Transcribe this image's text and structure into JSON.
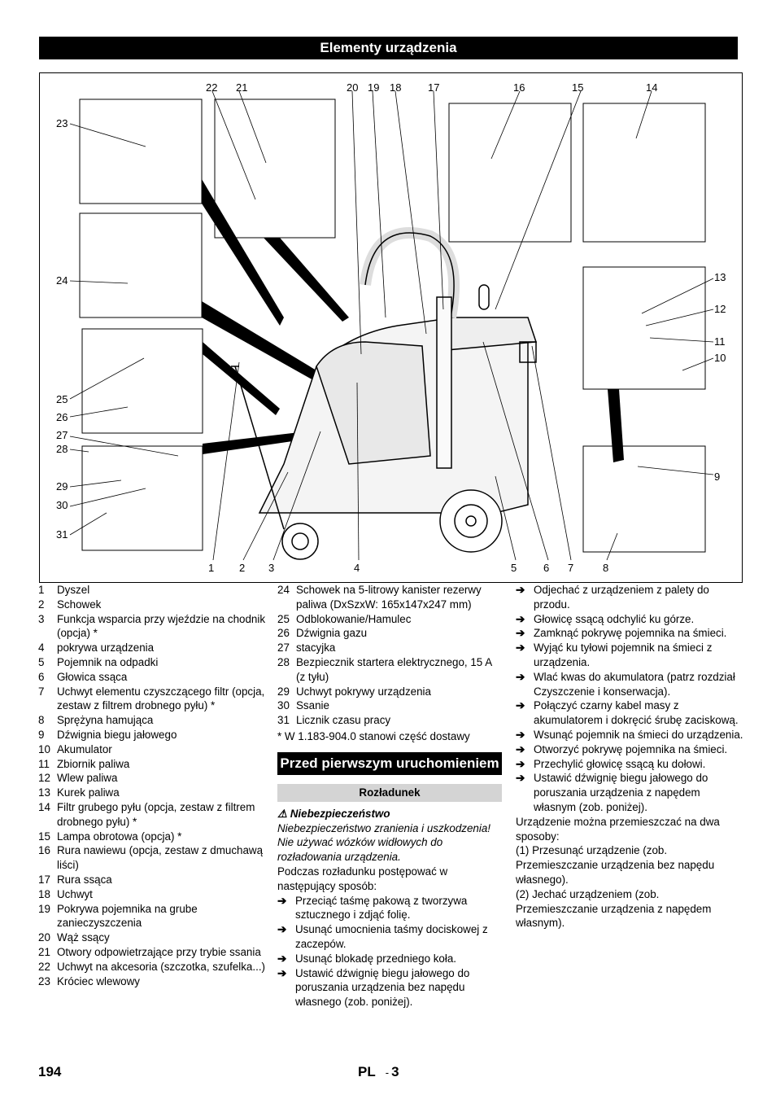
{
  "header": {
    "title": "Elementy urządzenia"
  },
  "figure": {
    "callouts_top": [
      "22",
      "21",
      "20",
      "19",
      "18",
      "17",
      "16",
      "15",
      "14"
    ],
    "callouts_bottom": [
      "1",
      "2",
      "3",
      "4",
      "5",
      "6",
      "7",
      "8"
    ],
    "callouts_left": [
      "23",
      "24",
      "25",
      "26",
      "27",
      "28",
      "29",
      "30",
      "31"
    ],
    "callouts_right": [
      "13",
      "12",
      "11",
      "10",
      "9"
    ]
  },
  "parts_list": [
    {
      "n": "1",
      "t": "Dyszel"
    },
    {
      "n": "2",
      "t": "Schowek"
    },
    {
      "n": "3",
      "t": "Funkcja wsparcia przy wjeździe na chodnik (opcja) *"
    },
    {
      "n": "4",
      "t": "pokrywa urządzenia"
    },
    {
      "n": "5",
      "t": "Pojemnik na odpadki"
    },
    {
      "n": "6",
      "t": "Głowica ssąca"
    },
    {
      "n": "7",
      "t": "Uchwyt elementu czyszczącego filtr (opcja, zestaw z filtrem drobnego pyłu) *"
    },
    {
      "n": "8",
      "t": "Sprężyna hamująca"
    },
    {
      "n": "9",
      "t": "Dźwignia biegu jałowego"
    },
    {
      "n": "10",
      "t": "Akumulator"
    },
    {
      "n": "11",
      "t": "Zbiornik paliwa"
    },
    {
      "n": "12",
      "t": "Wlew paliwa"
    },
    {
      "n": "13",
      "t": "Kurek paliwa"
    },
    {
      "n": "14",
      "t": "Filtr grubego pyłu (opcja, zestaw z filtrem drobnego pyłu) *"
    },
    {
      "n": "15",
      "t": "Lampa obrotowa (opcja) *"
    },
    {
      "n": "16",
      "t": "Rura nawiewu (opcja, zestaw z dmuchawą liści)"
    },
    {
      "n": "17",
      "t": "Rura ssąca"
    },
    {
      "n": "18",
      "t": "Uchwyt"
    },
    {
      "n": "19",
      "t": "Pokrywa pojemnika na grube zanieczyszczenia"
    },
    {
      "n": "20",
      "t": "Wąż ssący"
    },
    {
      "n": "21",
      "t": "Otwory odpowietrzające przy trybie ssania"
    },
    {
      "n": "22",
      "t": "Uchwyt na akcesoria (szczotka, szufelka...)"
    },
    {
      "n": "23",
      "t": "Króciec wlewowy"
    },
    {
      "n": "24",
      "t": "Schowek na 5-litrowy kanister rezerwy paliwa (DxSzxW: 165x147x247 mm)"
    },
    {
      "n": "25",
      "t": "Odblokowanie/Hamulec"
    },
    {
      "n": "26",
      "t": "Dźwignia gazu"
    },
    {
      "n": "27",
      "t": "stacyjka"
    },
    {
      "n": "28",
      "t": "Bezpiecznik startera elektrycznego, 15 A (z tyłu)"
    },
    {
      "n": "29",
      "t": "Uchwyt pokrywy urządzenia"
    },
    {
      "n": "30",
      "t": "Ssanie"
    },
    {
      "n": "31",
      "t": "Licznik czasu pracy"
    }
  ],
  "parts_note": "* W 1.183-904.0 stanowi część dostawy",
  "section": {
    "title": "Przed pierwszym uruchomieniem",
    "subtitle": "Rozładunek",
    "warning_label": "Niebezpieczeństwo",
    "warning_text": "Niebezpieczeństwo zranienia i uszkodzenia! Nie używać wózków widłowych do rozładowania urządzenia.",
    "intro": "Podczas rozładunku postępować w następujący sposób:",
    "steps_col2": [
      "Przeciąć taśmę pakową z tworzywa sztucznego i zdjąć folię.",
      "Usunąć umocnienia taśmy dociskowej z zaczepów.",
      "Usunąć blokadę przedniego koła.",
      "Ustawić dźwignię biegu jałowego do poruszania urządzenia bez napędu własnego (zob. poniżej)."
    ],
    "steps_col3": [
      "Odjechać z urządzeniem z palety do przodu.",
      "Głowicę ssącą odchylić ku górze.",
      "Zamknąć pokrywę pojemnika na śmieci.",
      "Wyjąć ku tyłowi pojemnik na śmieci z urządzenia.",
      "Wlać kwas do akumulatora (patrz rozdział Czyszczenie i konserwacja).",
      "Połączyć czarny kabel masy z akumulatorem i dokręcić śrubę zaciskową.",
      "Wsunąć pojemnik na śmieci do urządzenia.",
      "Otworzyć pokrywę pojemnika na śmieci.",
      "Przechylić głowicę ssącą ku dołowi.",
      "Ustawić dźwignię biegu jałowego do poruszania urządzenia z napędem własnym (zob. poniżej)."
    ],
    "closing": [
      "Urządzenie można przemieszczać na dwa sposoby:",
      "(1) Przesunąć urządzenie (zob. Przemieszczanie urządzenia bez napędu własnego).",
      "(2) Jechać urządzeniem (zob. Przemieszczanie urządzenia z napędem własnym)."
    ]
  },
  "footer": {
    "page": "194",
    "lang": "PL",
    "sub": "3"
  }
}
